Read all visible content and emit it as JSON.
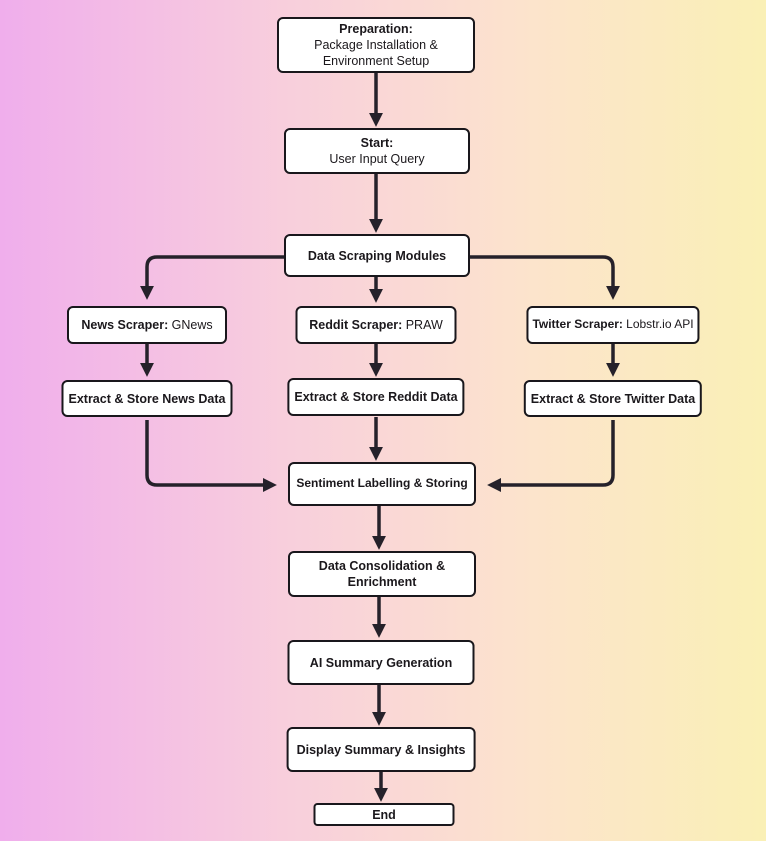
{
  "flowchart": {
    "nodes": {
      "preparation": {
        "bold": "Preparation:",
        "rest": "Package Installation & Environment Setup"
      },
      "start": {
        "bold": "Start:",
        "rest": "User Input Query"
      },
      "data_scraping_modules": {
        "title": "Data Scraping Modules"
      },
      "news_scraper": {
        "bold": "News Scraper:",
        "rest": "GNews"
      },
      "reddit_scraper": {
        "bold": "Reddit Scraper:",
        "rest": "PRAW"
      },
      "twitter_scraper": {
        "bold": "Twitter Scraper:",
        "rest": "Lobstr.io API"
      },
      "extract_news": {
        "title": "Extract & Store News Data"
      },
      "extract_reddit": {
        "title": "Extract & Store Reddit Data"
      },
      "extract_twitter": {
        "title": "Extract & Store Twitter Data"
      },
      "sentiment_labelling": {
        "title": "Sentiment Labelling & Storing"
      },
      "data_consolidation": {
        "title": "Data Consolidation & Enrichment"
      },
      "ai_summary": {
        "title": "AI Summary Generation"
      },
      "display_summary": {
        "title": "Display Summary & Insights"
      },
      "end": {
        "title": "End"
      }
    },
    "colors": {
      "background_left": "#f0aeec",
      "background_pink": "#f8cfdc",
      "background_peach": "#fce3cd",
      "background_right": "#faf0b6",
      "box_fill": "#ffffff",
      "box_border": "#19171c",
      "connector": "#25212a"
    }
  }
}
